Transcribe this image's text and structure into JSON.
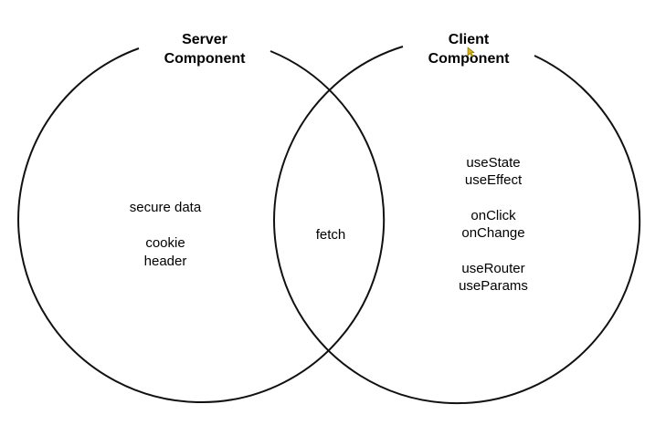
{
  "circles": {
    "left": {
      "title_line1": "Server",
      "title_line2": "Component",
      "items": [
        "secure data",
        "cookie",
        "header"
      ]
    },
    "right": {
      "title_line1": "Client",
      "title_line2": "Component",
      "items": [
        "useState",
        "useEffect",
        "onClick",
        "onChange",
        "useRouter",
        "useParams"
      ]
    },
    "intersection": {
      "items": [
        "fetch"
      ]
    }
  },
  "colors": {
    "stroke": "#111111",
    "cursor": "#d9b400"
  }
}
